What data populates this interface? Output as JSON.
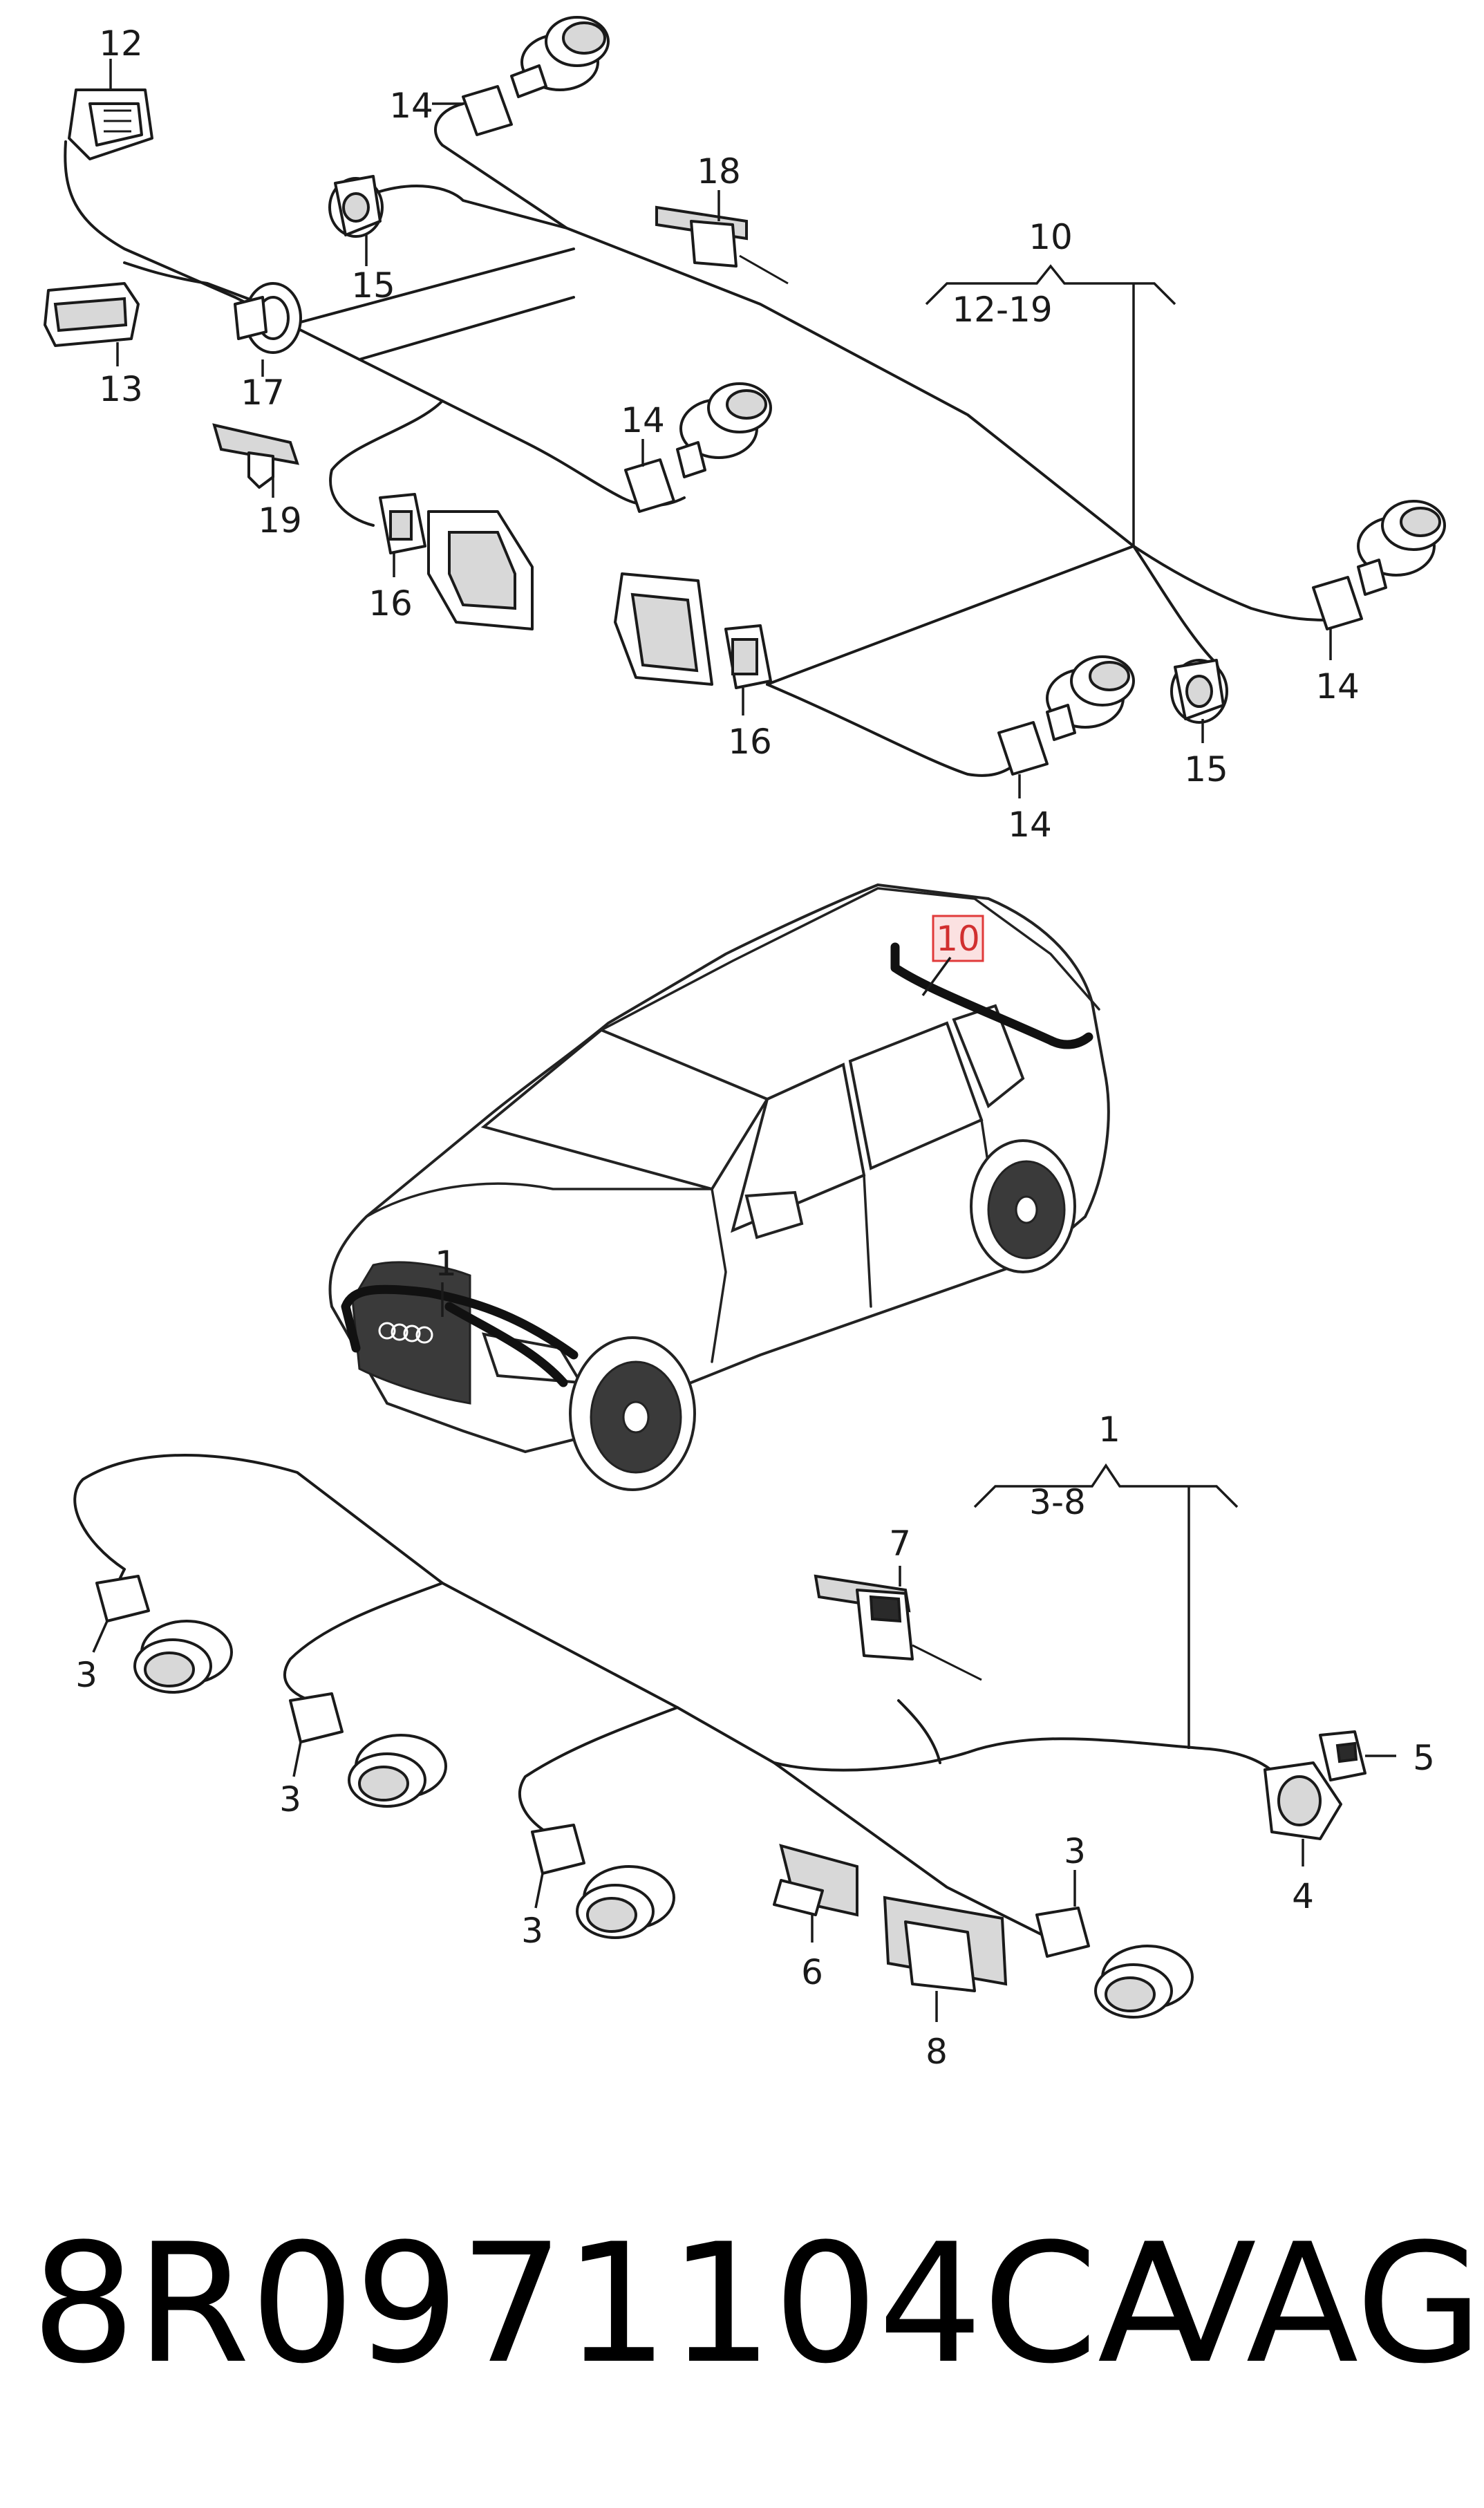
{
  "diagram": {
    "callouts": {
      "c12": "12",
      "c14a": "14",
      "c15a": "15",
      "c13": "13",
      "c17": "17",
      "c18": "18",
      "c19": "19",
      "c10_top": "10",
      "c10_range": "12-19",
      "c14b": "14",
      "c16a": "16",
      "c16b": "16",
      "c14c": "14",
      "c15b": "15",
      "c14d": "14",
      "c10_car": "10",
      "c1_car": "1",
      "c1_bottom": "1",
      "c1_range": "3-8",
      "c7": "7",
      "c5": "5",
      "c4": "4",
      "c3a": "3",
      "c3b": "3",
      "c3c": "3",
      "c3d": "3",
      "c6": "6",
      "c8": "8"
    },
    "highlight_color": "#e03a3a"
  },
  "footer": {
    "part_number": "8R0971104CA",
    "brand": "VAG"
  }
}
